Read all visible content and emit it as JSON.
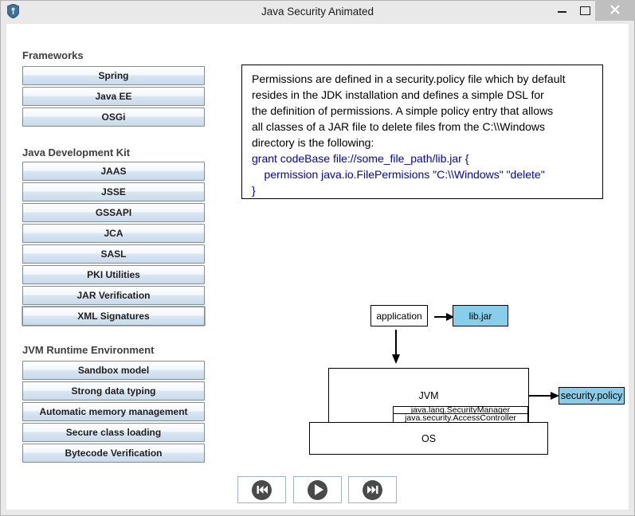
{
  "window": {
    "title": "Java Security Animated"
  },
  "icons": {
    "app": "shield-icon",
    "minimize": "minimize-icon",
    "maximize": "maximize-icon",
    "close": "close-icon",
    "rewind": "skip-to-start-icon",
    "play": "play-icon",
    "forward": "skip-to-end-icon",
    "arrow_right": "arrow-right-icon",
    "arrow_down": "arrow-down-icon"
  },
  "colors": {
    "highlight_box": "#87ceeb",
    "code_text": "#0000cd",
    "titlebar": "#e9e9e9",
    "close_button_highlight": "#bfbfbf"
  },
  "sidebar": {
    "sections": [
      {
        "label": "Frameworks",
        "buttons": [
          "Spring",
          "Java EE",
          "OSGi"
        ]
      },
      {
        "label": "Java Development Kit",
        "buttons": [
          "JAAS",
          "JSSE",
          "GSSAPI",
          "JCA",
          "SASL",
          "PKI Utilities",
          "JAR Verification",
          "XML Signatures"
        ]
      },
      {
        "label": "JVM Runtime Environment",
        "buttons": [
          "Sandbox model",
          "Strong data typing",
          "Automatic memory management",
          "Secure class loading",
          "Bytecode Verification"
        ]
      }
    ]
  },
  "info_panel": {
    "text_lines": [
      "Permissions are defined in a security.policy file which by default",
      "resides in the JDK installation and defines a simple DSL for",
      "the definition of permissions. A simple policy entry that allows",
      "all classes of a JAR file to delete files from the C:\\\\Windows",
      "directory is the following:"
    ],
    "code_lines": [
      "grant codeBase file://some_file_path/lib.jar {",
      "    permission java.io.FilePermisions \"C:\\\\Windows\" \"delete\"",
      "}"
    ]
  },
  "diagram": {
    "application": "application",
    "lib_jar": "lib.jar",
    "jvm": "JVM",
    "security_manager": "java.lang.SecurityManager",
    "access_controller": "java.security.AccessController",
    "os": "OS",
    "security_policy": "security.policy"
  }
}
